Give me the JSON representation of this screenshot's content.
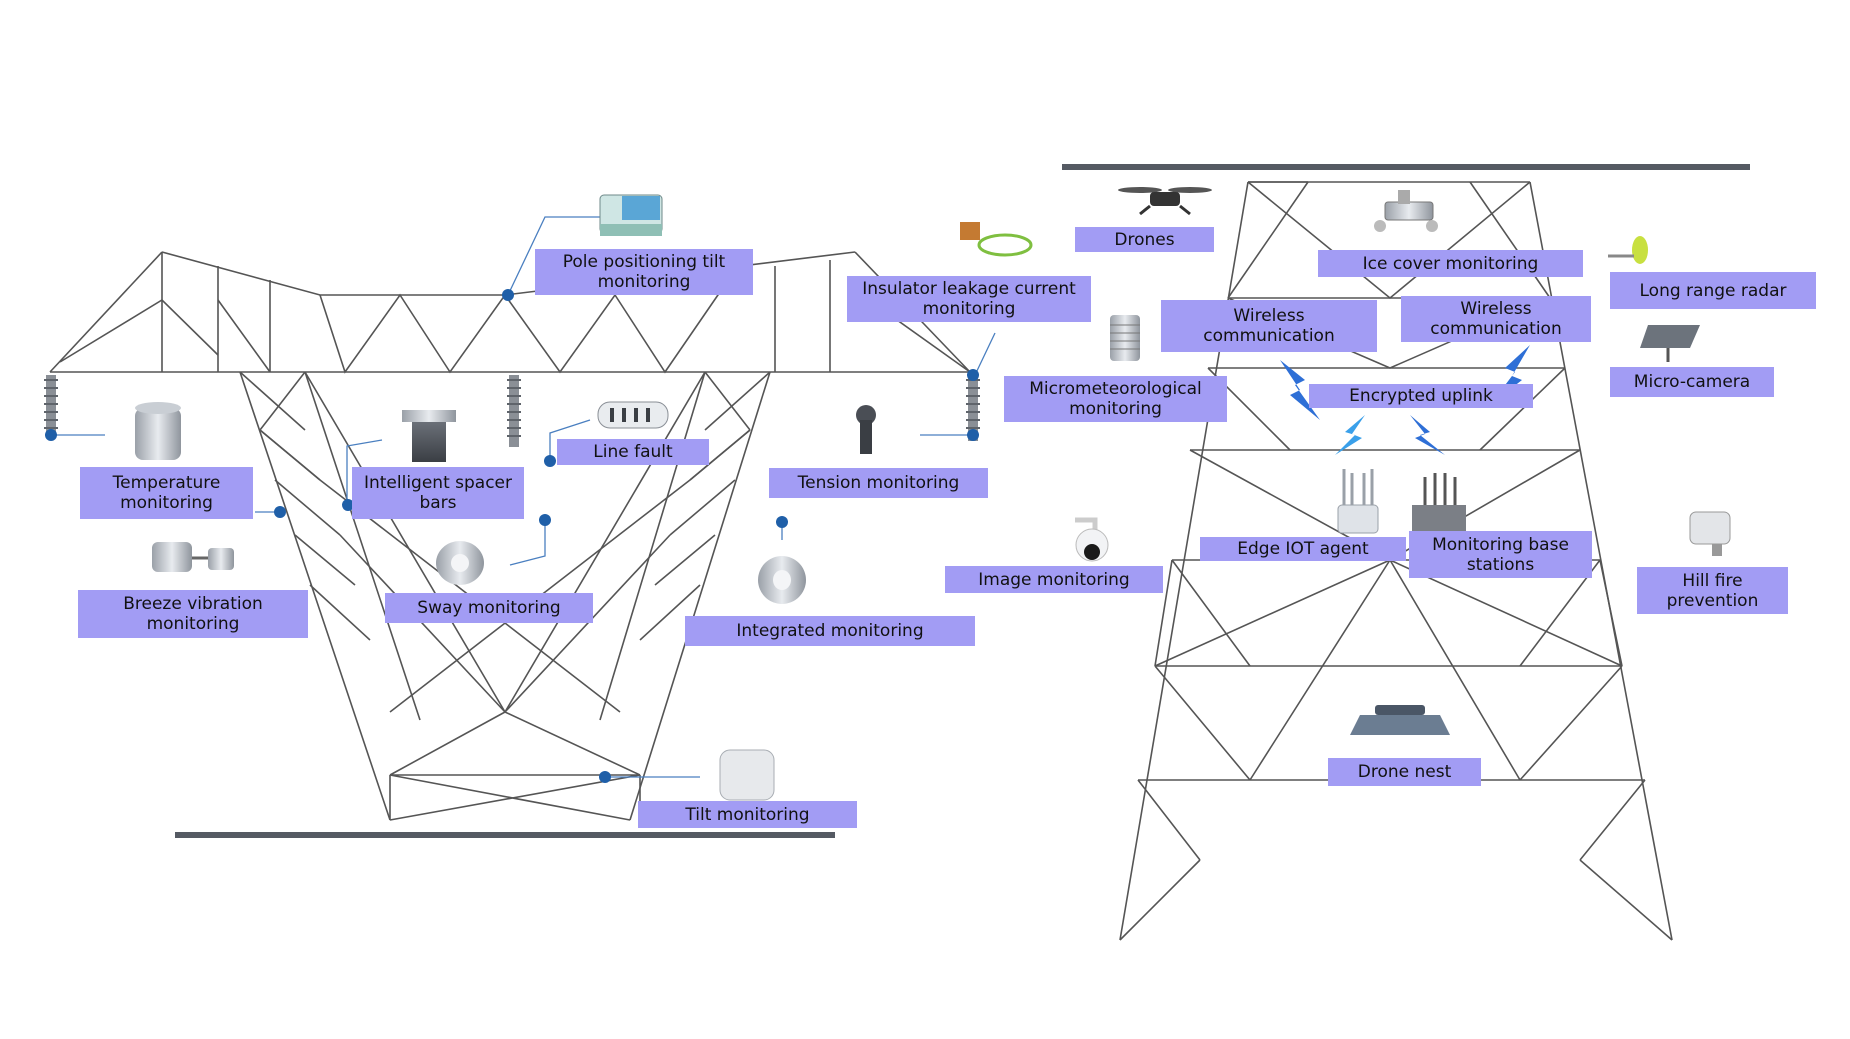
{
  "labels": {
    "pole_tilt": "Pole positioning tilt monitoring",
    "insulator_leakage": "Insulator leakage current monitoring",
    "temperature": "Temperature monitoring",
    "spacer_bars": "Intelligent spacer bars",
    "line_fault": "Line fault",
    "tension": "Tension monitoring",
    "breeze_vibration": "Breeze vibration monitoring",
    "sway": "Sway monitoring",
    "integrated": "Integrated monitoring",
    "tilt": "Tilt monitoring",
    "drones": "Drones",
    "ice_cover": "Ice cover monitoring",
    "long_range_radar": "Long range radar",
    "wireless_left": "Wireless communication",
    "wireless_right": "Wireless communication",
    "micro_camera": "Micro-camera",
    "micrometeorological": "Micrometeorological monitoring",
    "encrypted_uplink": "Encrypted uplink",
    "image_monitoring": "Image monitoring",
    "edge_iot": "Edge IOT agent",
    "base_stations": "Monitoring base stations",
    "hill_fire": "Hill fire prevention",
    "drone_nest": "Drone nest"
  },
  "colors": {
    "label_fill": "#a29cf4",
    "tower_line": "#555555",
    "ground_bar": "#555a63",
    "connector_dot": "#1f5fa8",
    "lightning": "#2e6fd6",
    "lightning_light": "#3aa0ea"
  },
  "icons": {
    "pole_tilt": "solar-sensor-box-icon",
    "insulator_leakage": "leakage-sensor-coil-icon",
    "temperature": "temperature-sensor-icon",
    "spacer_bars": "spacer-bar-icon",
    "line_fault": "line-fault-sensor-icon",
    "tension": "tension-sensor-icon",
    "breeze_vibration": "vibration-sensor-icon",
    "sway": "sway-sensor-icon",
    "integrated": "integrated-sensor-icon",
    "tilt": "tilt-sensor-icon",
    "drones": "drone-icon",
    "ice_cover": "ice-cover-sensor-icon",
    "long_range_radar": "radar-icon",
    "micro_camera": "micro-camera-icon",
    "micrometeorological": "weather-station-icon",
    "image_monitoring": "dome-camera-icon",
    "edge_iot": "edge-router-icon",
    "base_stations": "base-station-icon",
    "hill_fire": "fire-camera-icon",
    "drone_nest": "drone-nest-icon"
  }
}
